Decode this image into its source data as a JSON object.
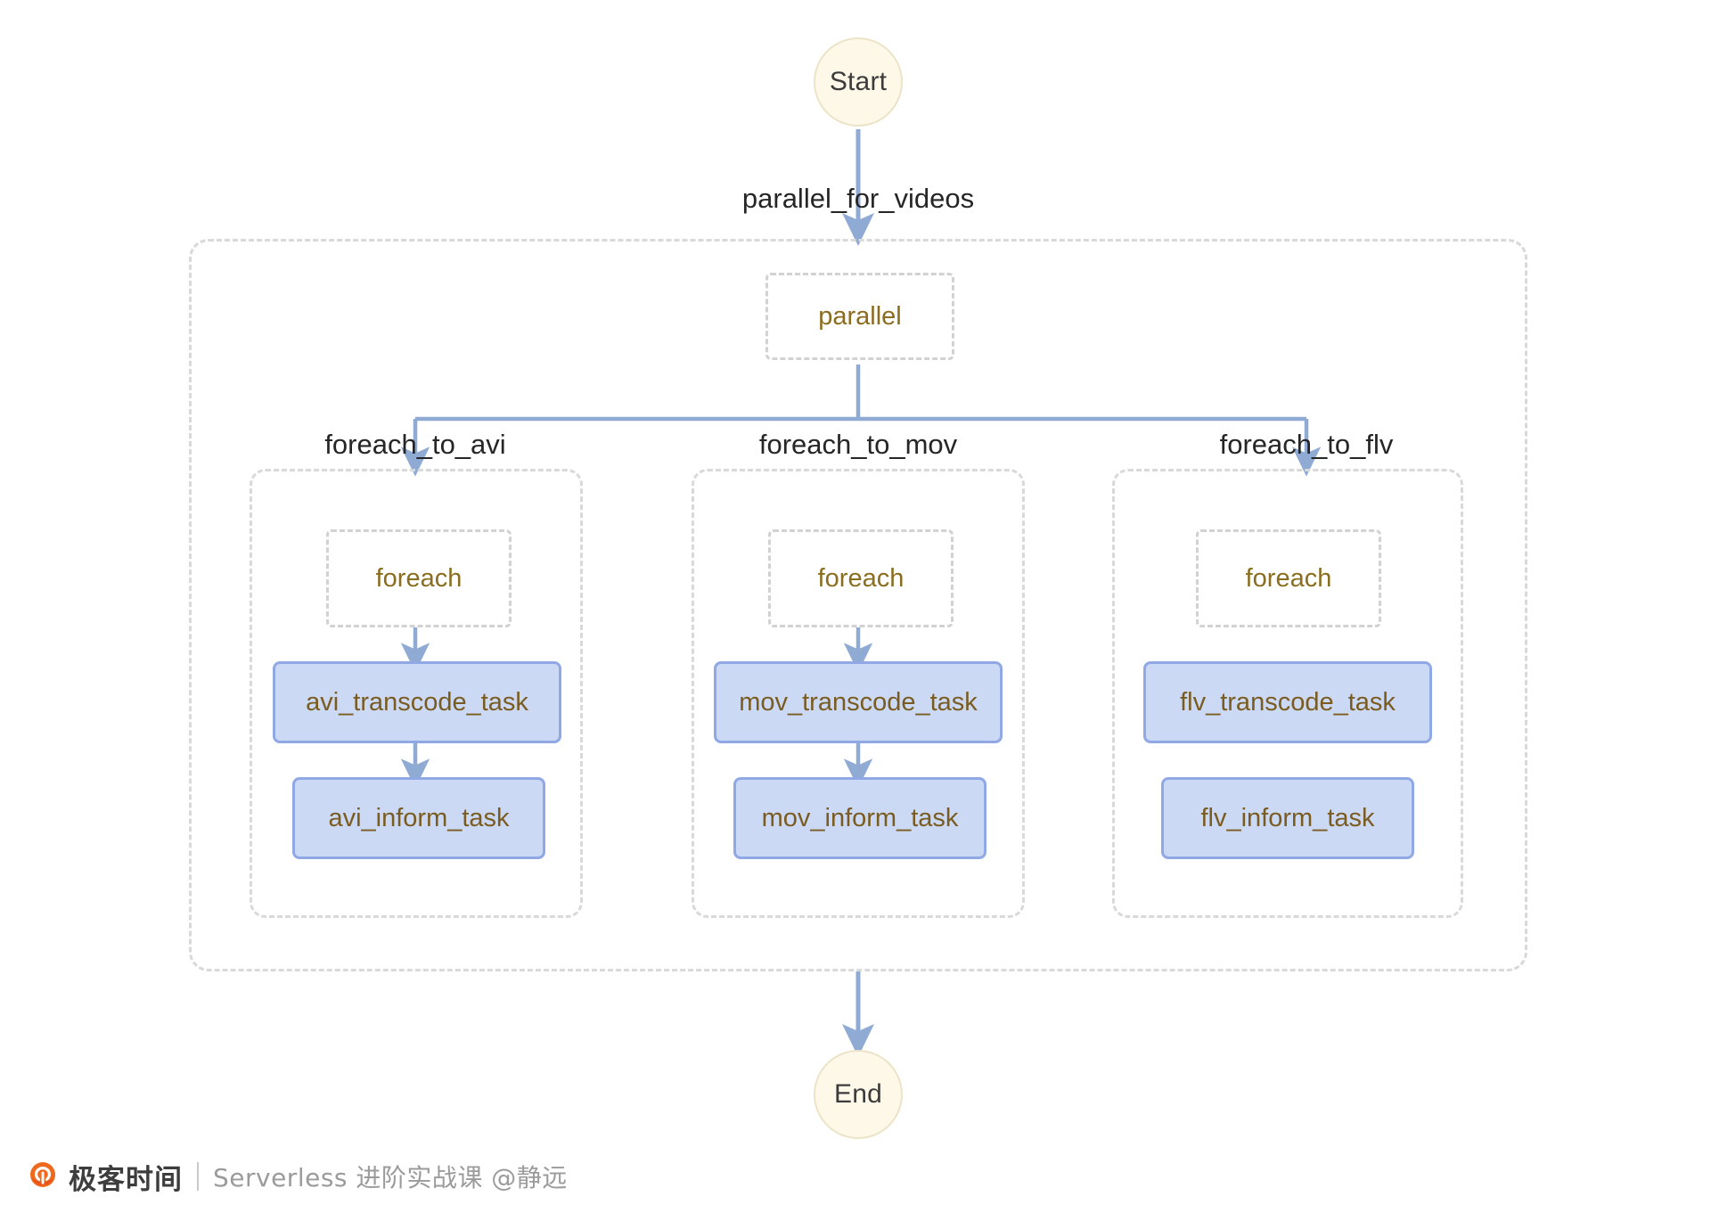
{
  "diagram": {
    "title_hidden": "",
    "background": "#ffffff",
    "colors": {
      "terminal_fill": "#fdf8e8",
      "terminal_border": "#ece3c8",
      "terminal_text": "#3c3c3c",
      "group_border": "#d9d9d9",
      "dashed_node_border": "#d2d2d2",
      "dashed_node_text": "#8a6d1f",
      "task_fill": "#ccd9f5",
      "task_border": "#90a8e4",
      "task_text": "#7a5c20",
      "edge": "#8fabd4",
      "edge_label_text": "#262626"
    },
    "start_node": {
      "label": "Start"
    },
    "end_node": {
      "label": "End"
    },
    "entry_edge_label": "parallel_for_videos",
    "parallel_node": {
      "label": "parallel"
    },
    "branches": [
      {
        "edge_label": "foreach_to_avi",
        "loop_node": {
          "label": "foreach"
        },
        "tasks": [
          {
            "label": "avi_transcode_task"
          },
          {
            "label": "avi_inform_task"
          }
        ]
      },
      {
        "edge_label": "foreach_to_mov",
        "loop_node": {
          "label": "foreach"
        },
        "tasks": [
          {
            "label": "mov_transcode_task"
          },
          {
            "label": "mov_inform_task"
          }
        ]
      },
      {
        "edge_label": "foreach_to_flv",
        "loop_node": {
          "label": "foreach"
        },
        "tasks": [
          {
            "label": "flv_transcode_task"
          },
          {
            "label": "flv_inform_task"
          }
        ]
      }
    ]
  },
  "watermark": {
    "logo_icon": "geekbang-logo-icon",
    "brand": "极客时间",
    "subtitle": "Serverless 进阶实战课 @静远",
    "logo_color": "#ef6a1e"
  }
}
